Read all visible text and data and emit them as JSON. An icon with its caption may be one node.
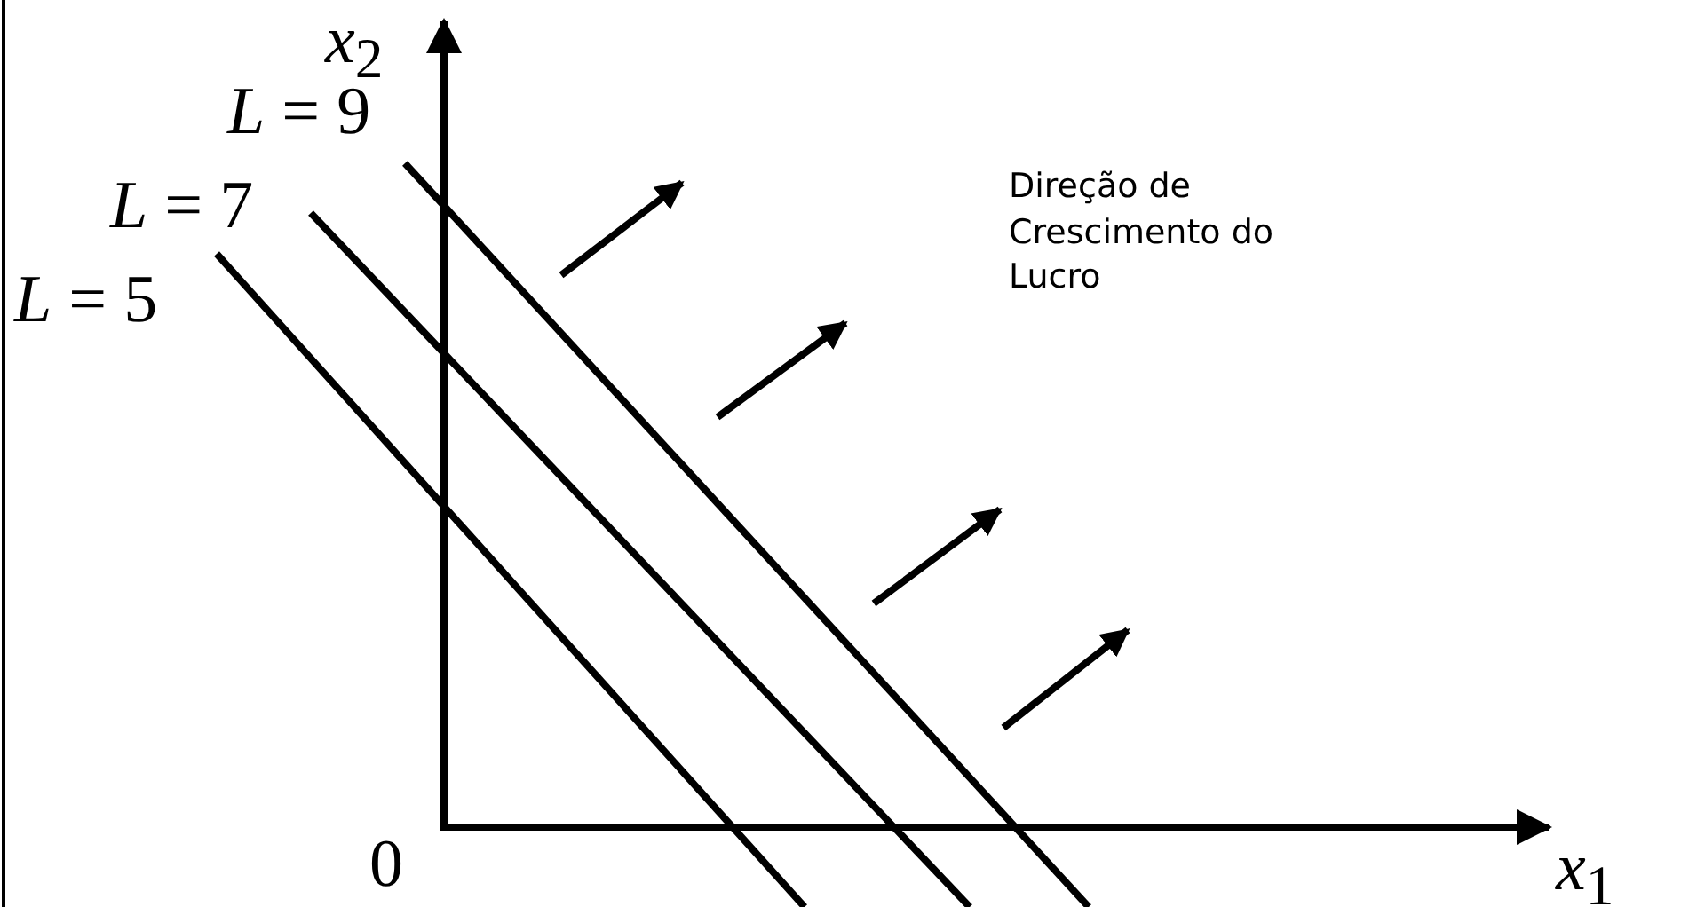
{
  "diagram": {
    "labels": [
      "*x*$_{2}$",
      "*L* = 9",
      "*L* = 7",
      "*L* = 5",
      "Direção de Crescimento do Lucro",
      "0",
      "*x*$_{1}$"
    ]
  }
}
